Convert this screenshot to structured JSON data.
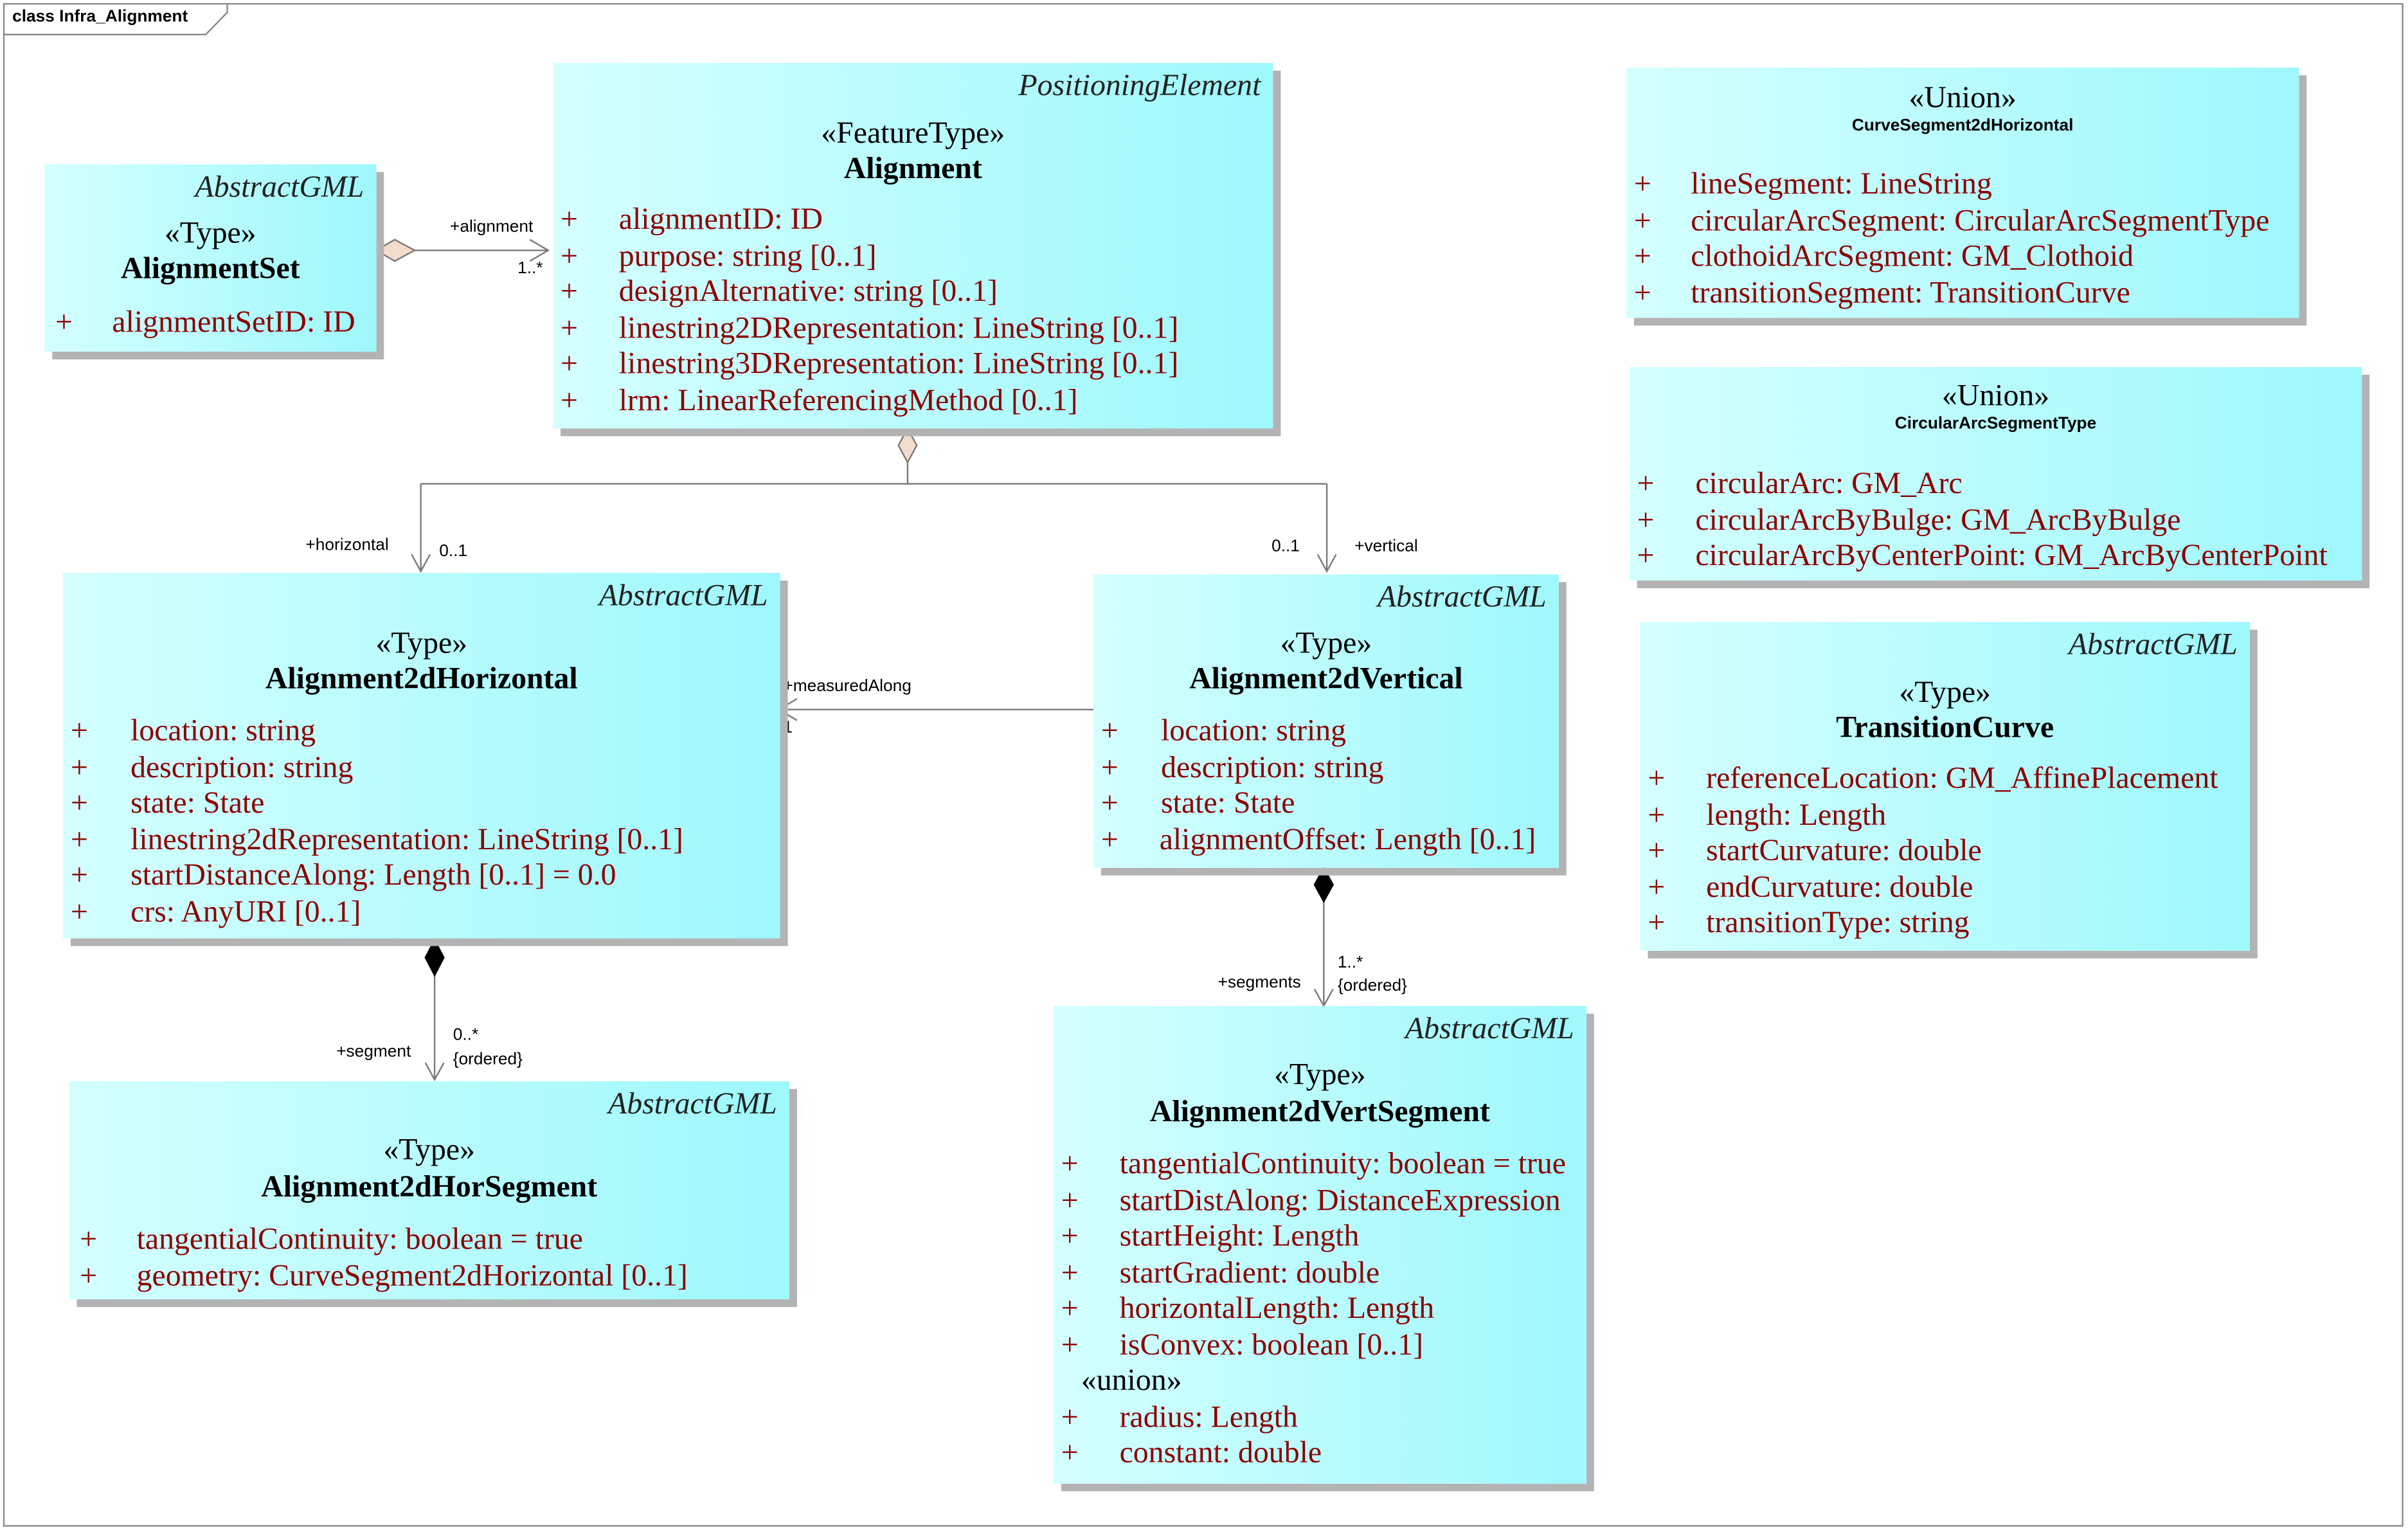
{
  "frame": {
    "label": "class Infra_Alignment"
  },
  "classes": {
    "alignmentSet": {
      "parent": "AbstractGML",
      "stereotype": "«Type»",
      "name": "AlignmentSet",
      "attributes": [
        {
          "vis": "+",
          "text": "alignmentSetID: ID"
        }
      ]
    },
    "alignment": {
      "parent": "PositioningElement",
      "stereotype": "«FeatureType»",
      "name": "Alignment",
      "attributes": [
        {
          "vis": "+",
          "text": "alignmentID: ID"
        },
        {
          "vis": "+",
          "text": "purpose: string [0..1]"
        },
        {
          "vis": "+",
          "text": "designAlternative: string [0..1]"
        },
        {
          "vis": "+",
          "text": "linestring2DRepresentation: LineString [0..1]"
        },
        {
          "vis": "+",
          "text": "linestring3DRepresentation: LineString [0..1]"
        },
        {
          "vis": "+",
          "text": "lrm: LinearReferencingMethod [0..1]"
        }
      ]
    },
    "curveSegment2dHorizontal": {
      "stereotype": "«Union»",
      "name": "CurveSegment2dHorizontal",
      "attributes": [
        {
          "vis": "+",
          "text": "lineSegment: LineString"
        },
        {
          "vis": "+",
          "text": "circularArcSegment: CircularArcSegmentType"
        },
        {
          "vis": "+",
          "text": "clothoidArcSegment: GM_Clothoid"
        },
        {
          "vis": "+",
          "text": "transitionSegment: TransitionCurve"
        }
      ]
    },
    "circularArcSegmentType": {
      "stereotype": "«Union»",
      "name": "CircularArcSegmentType",
      "attributes": [
        {
          "vis": "+",
          "text": "circularArc: GM_Arc"
        },
        {
          "vis": "+",
          "text": "circularArcByBulge: GM_ArcByBulge"
        },
        {
          "vis": "+",
          "text": "circularArcByCenterPoint: GM_ArcByCenterPoint"
        }
      ]
    },
    "transitionCurve": {
      "parent": "AbstractGML",
      "stereotype": "«Type»",
      "name": "TransitionCurve",
      "attributes": [
        {
          "vis": "+",
          "text": "referenceLocation: GM_AffinePlacement"
        },
        {
          "vis": "+",
          "text": "length: Length"
        },
        {
          "vis": "+",
          "text": "startCurvature: double"
        },
        {
          "vis": "+",
          "text": "endCurvature: double"
        },
        {
          "vis": "+",
          "text": "transitionType: string"
        }
      ]
    },
    "alignment2dHorizontal": {
      "parent": "AbstractGML",
      "stereotype": "«Type»",
      "name": "Alignment2dHorizontal",
      "attributes": [
        {
          "vis": "+",
          "text": "location: string"
        },
        {
          "vis": "+",
          "text": "description: string"
        },
        {
          "vis": "+",
          "text": "state: State"
        },
        {
          "vis": "+",
          "text": "linestring2dRepresentation: LineString [0..1]"
        },
        {
          "vis": "+",
          "text": "startDistanceAlong: Length [0..1] = 0.0"
        },
        {
          "vis": "+",
          "text": "crs: AnyURI [0..1]"
        }
      ]
    },
    "alignment2dVertical": {
      "parent": "AbstractGML",
      "stereotype": "«Type»",
      "name": "Alignment2dVertical",
      "attributes": [
        {
          "vis": "+",
          "text": "location: string"
        },
        {
          "vis": "+",
          "text": "description: string"
        },
        {
          "vis": "+",
          "text": "state: State"
        },
        {
          "vis": "+",
          "text": "alignmentOffset: Length [0..1]"
        }
      ]
    },
    "alignment2dHorSegment": {
      "parent": "AbstractGML",
      "stereotype": "«Type»",
      "name": "Alignment2dHorSegment",
      "attributes": [
        {
          "vis": "+",
          "text": "tangentialContinuity: boolean = true"
        },
        {
          "vis": "+",
          "text": "geometry: CurveSegment2dHorizontal [0..1]"
        }
      ]
    },
    "alignment2dVertSegment": {
      "parent": "AbstractGML",
      "stereotype": "«Type»",
      "name": "Alignment2dVertSegment",
      "attributes": [
        {
          "vis": "+",
          "text": "tangentialContinuity: boolean = true"
        },
        {
          "vis": "+",
          "text": "startDistAlong: DistanceExpression"
        },
        {
          "vis": "+",
          "text": "startHeight: Length"
        },
        {
          "vis": "+",
          "text": "startGradient: double"
        },
        {
          "vis": "+",
          "text": "horizontalLength: Length"
        },
        {
          "vis": "+",
          "text": "isConvex: boolean [0..1]"
        }
      ],
      "union_label": "«union»",
      "union_attributes": [
        {
          "vis": "+",
          "text": "radius: Length"
        },
        {
          "vis": "+",
          "text": "constant: double"
        }
      ]
    }
  },
  "associations": {
    "alignment": {
      "role": "+alignment",
      "multiplicity": "1..*"
    },
    "horizontal": {
      "role": "+horizontal",
      "multiplicity": "0..1"
    },
    "vertical": {
      "role": "+vertical",
      "multiplicity": "0..1"
    },
    "measuredAlong": {
      "role": "+measuredAlong",
      "multiplicity": "1"
    },
    "segment": {
      "role": "+segment",
      "multiplicity": "0..*",
      "constraint": "{ordered}"
    },
    "segments": {
      "role": "+segments",
      "multiplicity": "1..*",
      "constraint": "{ordered}"
    }
  }
}
